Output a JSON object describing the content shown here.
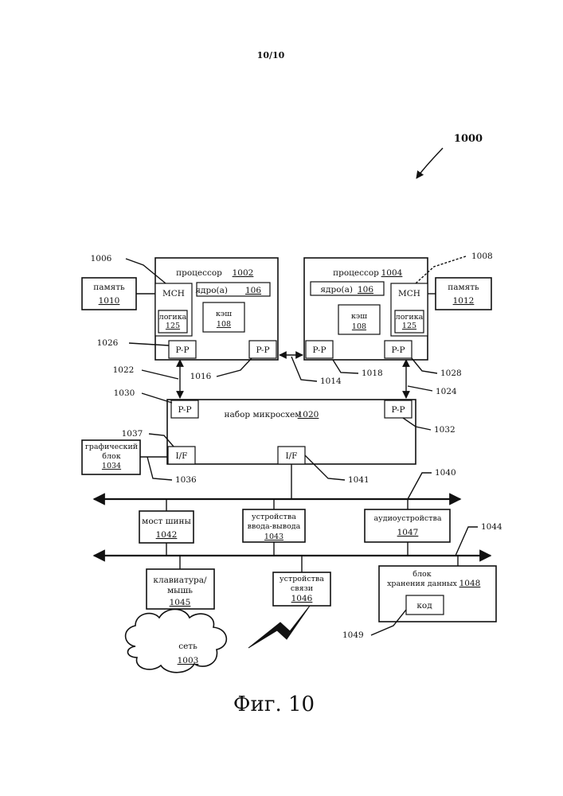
{
  "header": {
    "page_number": "10/10"
  },
  "figure": {
    "ref": "1000",
    "caption": "Фиг. 10"
  },
  "processor1": {
    "label": "процессор",
    "num": "1002",
    "mch": "MCH",
    "cores_label": "ядро(а)",
    "cores_num": "106",
    "cache_label": "кэш",
    "cache_num": "108",
    "logic_label": "логика",
    "logic_num": "125",
    "pp_label": "P-P"
  },
  "processor2": {
    "label": "процессор",
    "num": "1004",
    "mch": "MCH",
    "cores_label": "ядро(а)",
    "cores_num": "106",
    "cache_label": "кэш",
    "cache_num": "108",
    "logic_label": "логика",
    "logic_num": "125",
    "pp_label": "P-P"
  },
  "memory1": {
    "label": "память",
    "num": "1010"
  },
  "memory2": {
    "label": "память",
    "num": "1012"
  },
  "chipset": {
    "label": "набор микросхем",
    "num": "1020",
    "pp_label": "P-P",
    "if_label": "I/F"
  },
  "graphics": {
    "line1": "графический",
    "line2": "блок",
    "num": "1034"
  },
  "bus_bridge": {
    "label": "мост шины",
    "num": "1042"
  },
  "io_devices": {
    "line1": "устройства",
    "line2": "ввода-вывода",
    "num": "1043"
  },
  "audio": {
    "label": "аудиоустройства",
    "num": "1047"
  },
  "keyboard": {
    "line1": "клавиатура/",
    "line2": "мышь",
    "num": "1045"
  },
  "comm": {
    "line1": "устройства",
    "line2": "связи",
    "num": "1046"
  },
  "storage": {
    "line1": "блок",
    "line2": "хранения данных",
    "num": "1048",
    "code": "код"
  },
  "network": {
    "label": "сеть",
    "num": "1003"
  },
  "refs": {
    "r1006": "1006",
    "r1008": "1008",
    "r1026": "1026",
    "r1016": "1016",
    "r1014": "1014",
    "r1018": "1018",
    "r1028": "1028",
    "r1022": "1022",
    "r1024": "1024",
    "r1030": "1030",
    "r1032": "1032",
    "r1037": "1037",
    "r1036": "1036",
    "r1041": "1041",
    "r1040": "1040",
    "r1044": "1044",
    "r1049": "1049"
  }
}
